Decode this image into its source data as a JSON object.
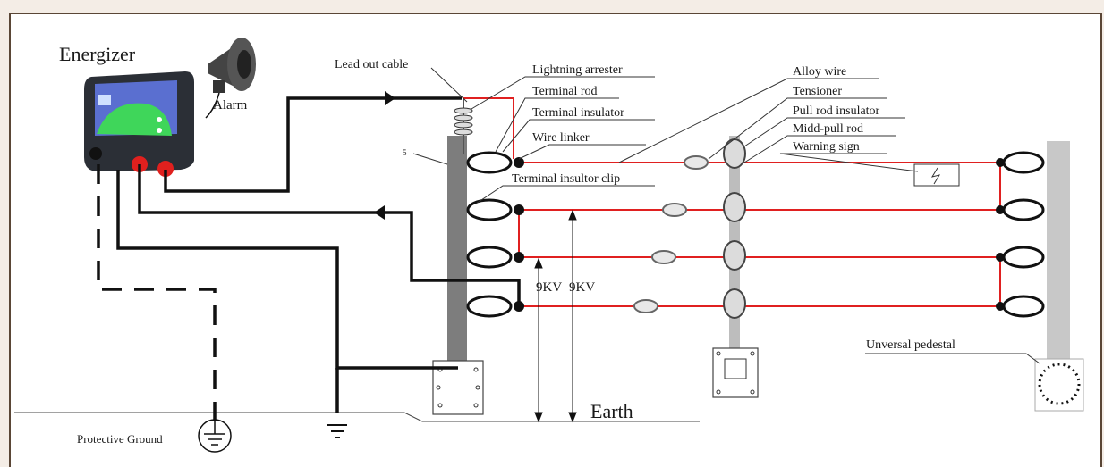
{
  "labels": {
    "energizer": "Energizer",
    "alarm": "Alarm",
    "lead_out_cable": "Lead out cable",
    "lightning_arrester": "Lightning arrester",
    "terminal_rod": "Terminal rod",
    "terminal_insulator": "Terminal insulator",
    "wire_linker": "Wire linker",
    "terminal_insultor_clip": "Terminal insultor clip",
    "alloy_wire": "Alloy wire",
    "tensioner": "Tensioner",
    "pull_rod_insulator": "Pull rod insulator",
    "midd_pull_rod": "Midd-pull rod",
    "warning_sign": "Warning sign",
    "universal_pedestal": "Unversal pedestal",
    "earth": "Earth",
    "protective_ground": "Protective Ground",
    "voltage_1": "9KV",
    "voltage_2": "9KV",
    "number_5": "5"
  },
  "colors": {
    "fence_wire": "#e02020",
    "cable": "#111111",
    "post": "#7d7d7d",
    "middle_post": "#bdbdbd",
    "end_post": "#c8c8c8",
    "energizer_body": "#2b2f36",
    "energizer_panel": "#5a6fd0",
    "energizer_green": "#3fd65a",
    "terminal_red": "#e0201e",
    "page_background": "#f4ede6",
    "frame_border": "#5a4636"
  }
}
